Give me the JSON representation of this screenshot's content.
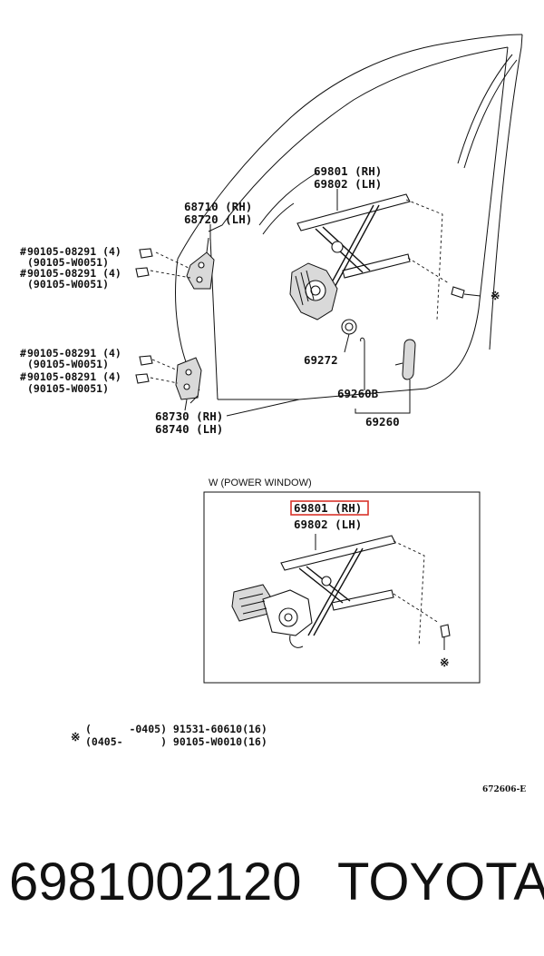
{
  "diagram": {
    "labels": {
      "reg_rh": "69801 (RH)",
      "reg_lh": "69802 (LH)",
      "hinge_upper_rh": "68710 (RH)",
      "hinge_upper_lh": "68720 (LH)",
      "bolt_a1": "90105-08291 (4)",
      "bolt_a1_alt": "(90105-W0051)",
      "bolt_a2": "90105-08291 (4)",
      "bolt_a2_alt": "(90105-W0051)",
      "bolt_b1": "90105-08291 (4)",
      "bolt_b1_alt": "(90105-W0051)",
      "bolt_b2": "90105-08291 (4)",
      "bolt_b2_alt": "(90105-W0051)",
      "hinge_lower_rh": "68730 (RH)",
      "hinge_lower_lh": "68740 (LH)",
      "part_69272": "69272",
      "part_69260b": "69260B",
      "part_69260": "69260",
      "asterisk": "※",
      "hash": "#"
    },
    "inset": {
      "title": "W (POWER WINDOW)",
      "reg_rh": "69801 (RH)",
      "reg_lh": "69802 (LH)",
      "asterisk": "※"
    },
    "note": {
      "asterisk": "※",
      "line1": "(      -0405) 91531-60610(16)",
      "line2": "(0405-      ) 90105-W0010(16)"
    },
    "figure_code": "672606-E"
  },
  "footer": {
    "part_number": "6981002120",
    "brand": "TOYOTA"
  },
  "colors": {
    "highlight": "#d9342b",
    "line": "#111111"
  }
}
